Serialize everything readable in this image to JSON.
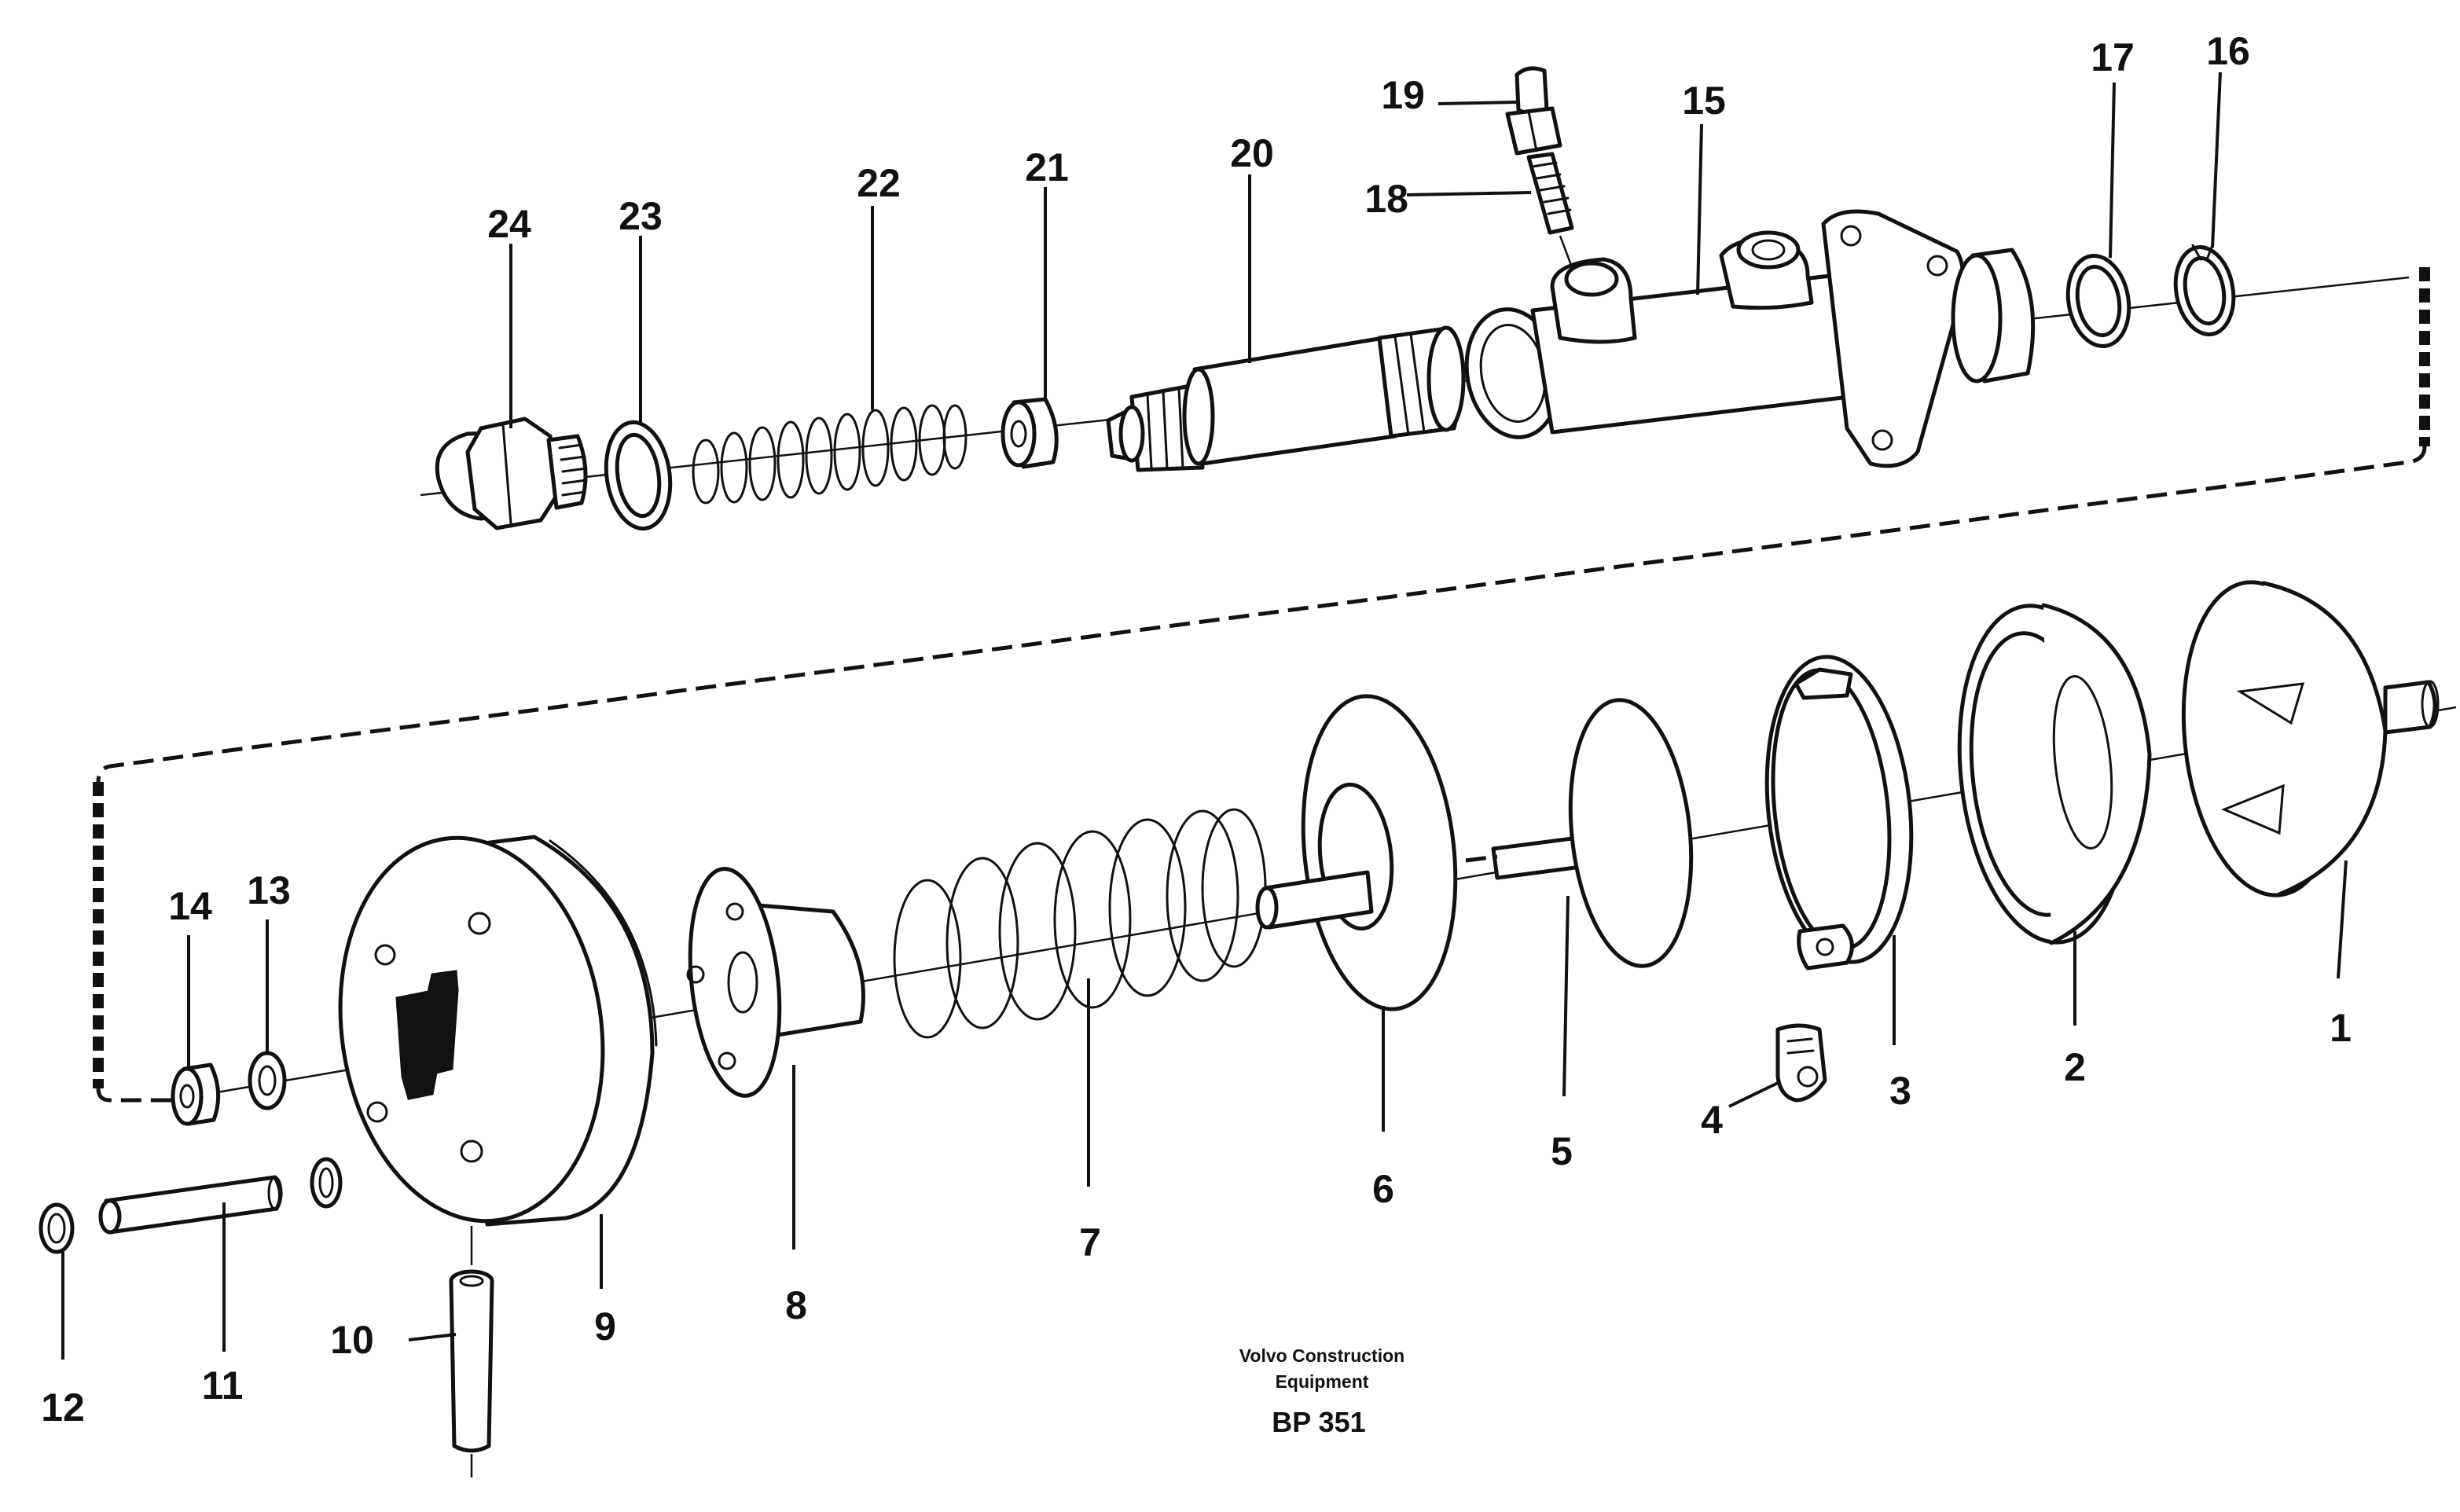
{
  "diagram": {
    "callouts": [
      "1",
      "2",
      "3",
      "4",
      "5",
      "6",
      "7",
      "8",
      "9",
      "10",
      "11",
      "12",
      "13",
      "14",
      "15",
      "16",
      "17",
      "18",
      "19",
      "20",
      "21",
      "22",
      "23",
      "24"
    ],
    "caption": {
      "company_line1": "Volvo Construction",
      "company_line2": "Equipment",
      "code": "BP 351"
    }
  }
}
